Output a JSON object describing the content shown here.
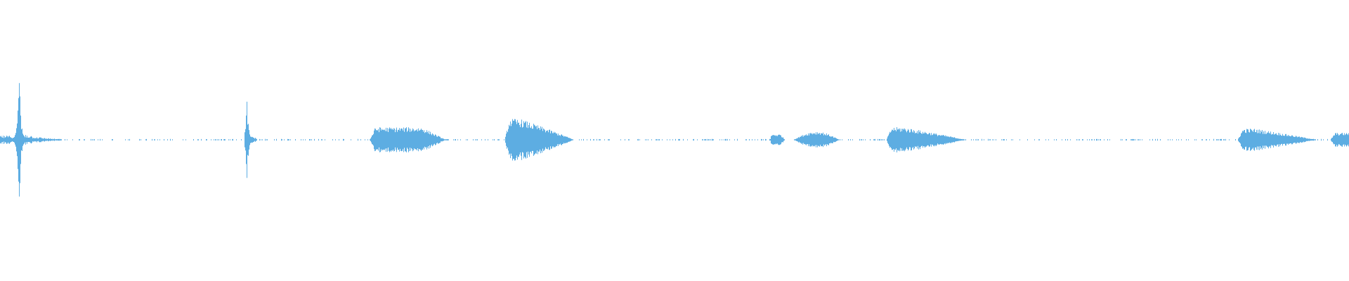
{
  "waveform": {
    "color": "#5dade2",
    "background": "#ffffff",
    "duration_fraction_segments": [
      {
        "name": "transient-1",
        "kind": "spike",
        "start": 0.0,
        "end": 0.045,
        "peak": 0.52,
        "spike_at": 0.014,
        "noise": 0.04
      },
      {
        "name": "transient-2",
        "kind": "spike",
        "start": 0.181,
        "end": 0.19,
        "peak": 0.29,
        "spike_at": 0.183,
        "noise": 0.02
      },
      {
        "name": "segment-1",
        "kind": "burst",
        "start": 0.274,
        "end": 0.33,
        "peak": 0.09,
        "shape": "flat"
      },
      {
        "name": "segment-2",
        "kind": "burst",
        "start": 0.374,
        "end": 0.425,
        "peak": 0.15,
        "shape": "front"
      },
      {
        "name": "segment-3a",
        "kind": "burst",
        "start": 0.571,
        "end": 0.582,
        "peak": 0.04,
        "shape": "flat"
      },
      {
        "name": "segment-3b",
        "kind": "burst",
        "start": 0.588,
        "end": 0.622,
        "peak": 0.06,
        "shape": "mid"
      },
      {
        "name": "segment-4",
        "kind": "burst",
        "start": 0.657,
        "end": 0.715,
        "peak": 0.09,
        "shape": "front"
      },
      {
        "name": "segment-5",
        "kind": "burst",
        "start": 0.917,
        "end": 0.975,
        "peak": 0.08,
        "shape": "front"
      },
      {
        "name": "segment-6",
        "kind": "burst",
        "start": 0.986,
        "end": 1.0,
        "peak": 0.05,
        "shape": "rise"
      }
    ],
    "idle_noise_level": 0.004
  }
}
